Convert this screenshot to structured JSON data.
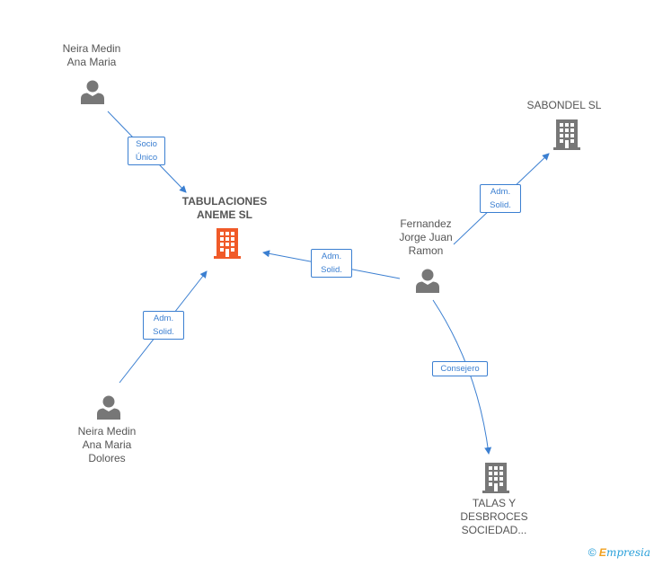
{
  "nodes": {
    "person_top": {
      "lines": [
        "Neira Medin",
        "Ana Maria"
      ]
    },
    "main_company": {
      "lines": [
        "TABULACIONES",
        "ANEME SL"
      ]
    },
    "person_bottom": {
      "lines": [
        "Neira Medin",
        "Ana Maria",
        "Dolores"
      ]
    },
    "person_center": {
      "lines": [
        "Fernandez",
        "Jorge Juan",
        "Ramon"
      ]
    },
    "company_sabondel": {
      "lines": [
        "SABONDEL SL"
      ]
    },
    "company_talas": {
      "lines": [
        "TALAS Y",
        "DESBROCES",
        "SOCIEDAD..."
      ]
    }
  },
  "edges": {
    "socio": {
      "lines": [
        "Socio",
        "Único"
      ]
    },
    "adm_bottom": {
      "lines": [
        "Adm.",
        "Solid."
      ]
    },
    "adm_main": {
      "lines": [
        "Adm.",
        "Solid."
      ]
    },
    "adm_sabondel": {
      "lines": [
        "Adm.",
        "Solid."
      ]
    },
    "consejero": {
      "lines": [
        "Consejero"
      ]
    }
  },
  "footer": {
    "copyright": "©",
    "brand_initial": "E",
    "brand_rest": "mpresia"
  },
  "colors": {
    "edge": "#3b7fd1",
    "person": "#777777",
    "company": "#777777",
    "main_company": "#f05a28"
  }
}
